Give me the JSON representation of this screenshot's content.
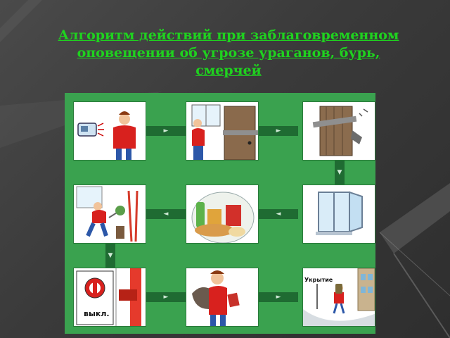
{
  "title": {
    "line1": "Алгоритм действий при заблаговременном",
    "line2": "оповещении об угрозе ураганов, бурь,",
    "line3": "смерчей"
  },
  "colors": {
    "title": "#1fd21f",
    "board": "#3aa24f",
    "arrow": "#1f6b32",
    "background": "#3a3a3a"
  },
  "panels": {
    "off_switch_label": "выкл.",
    "shelter_sign": "Укрытие"
  },
  "arrows": {
    "right": "►",
    "left": "◄",
    "down": "▼"
  }
}
